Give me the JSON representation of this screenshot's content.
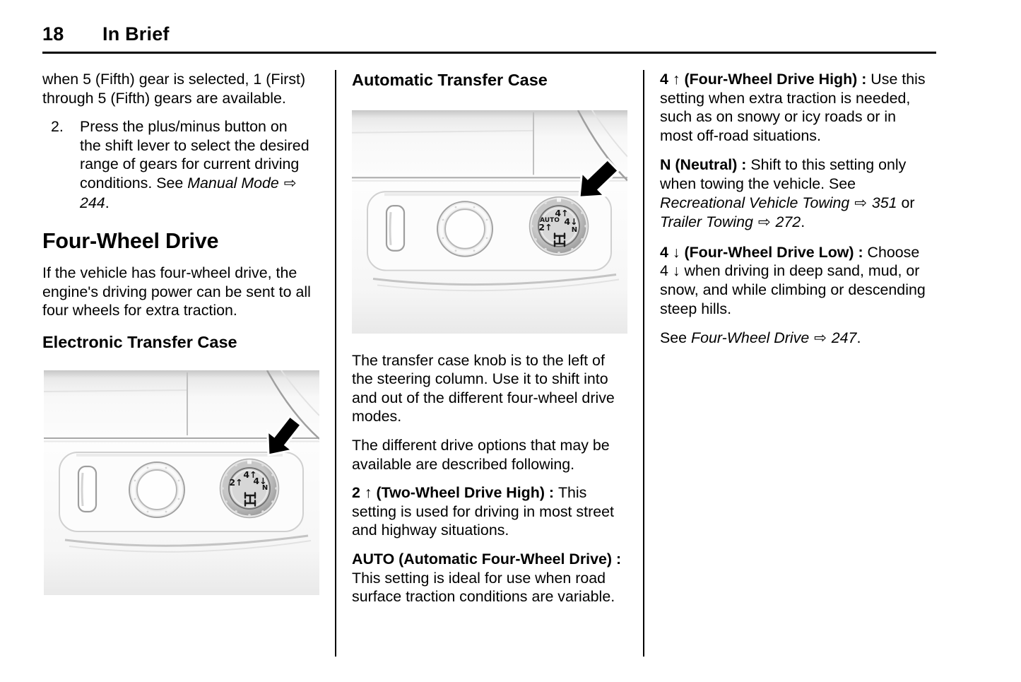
{
  "page": {
    "number": "18",
    "section_title": "In Brief",
    "ink_color": "#000000"
  },
  "col1": {
    "intro": "when 5 (Fifth) gear is selected, 1 (First) through 5 (Fifth) gears are available.",
    "item2_num": "2.",
    "item2_text": "Press the plus/minus button on the shift lever to select the desired range of gears for current driving conditions. See ",
    "item2_ref": "Manual Mode",
    "item2_arrow": " ⇨ ",
    "item2_page": "244",
    "item2_end": ".",
    "heading": "Four-Wheel Drive",
    "body": "If the vehicle has four-wheel drive, the engine's driving power can be sent to all four wheels for extra traction.",
    "subheading": "Electronic Transfer Case"
  },
  "col2": {
    "heading": "Automatic Transfer Case",
    "p1": "The transfer case knob is to the left of the steering column. Use it to shift into and out of the different four-wheel drive modes.",
    "p2": "The different drive options that may be available are described following.",
    "def1_term": "2 ↑ (Two-Wheel Drive High) : ",
    "def1_text": "This setting is used for driving in most street and highway situations.",
    "def2_term": "AUTO (Automatic Four-Wheel Drive) : ",
    "def2_text": "This setting is ideal for use when road surface traction conditions are variable."
  },
  "col3": {
    "def1_term": "4 ↑ (Four-Wheel Drive High) : ",
    "def1_text": "Use this setting when extra traction is needed, such as on snowy or icy roads or in most off-road situations.",
    "def2_term": "N (Neutral) : ",
    "def2_t1": "Shift to this setting only when towing the vehicle. See ",
    "def2_ref1": "Recreational Vehicle Towing",
    "def2_arrow1": " ⇨ ",
    "def2_page1": "351",
    "def2_t2": " or ",
    "def2_ref2": "Trailer Towing",
    "def2_arrow2": " ⇨ ",
    "def2_page2": "272",
    "def2_end": ".",
    "def3_term": "4 ↓ (Four-Wheel Drive Low) : ",
    "def3_text": "Choose 4 ↓ when driving in deep sand, mud, or snow, and while climbing or descending steep hills.",
    "see_t1": "See ",
    "see_ref": "Four-Wheel Drive",
    "see_arrow": " ⇨ ",
    "see_page": "247",
    "see_end": "."
  },
  "knob": {
    "four_high": "4↑",
    "two_high": "2↑",
    "four_low": "4↓",
    "neutral": "N",
    "auto": "AUTO"
  }
}
